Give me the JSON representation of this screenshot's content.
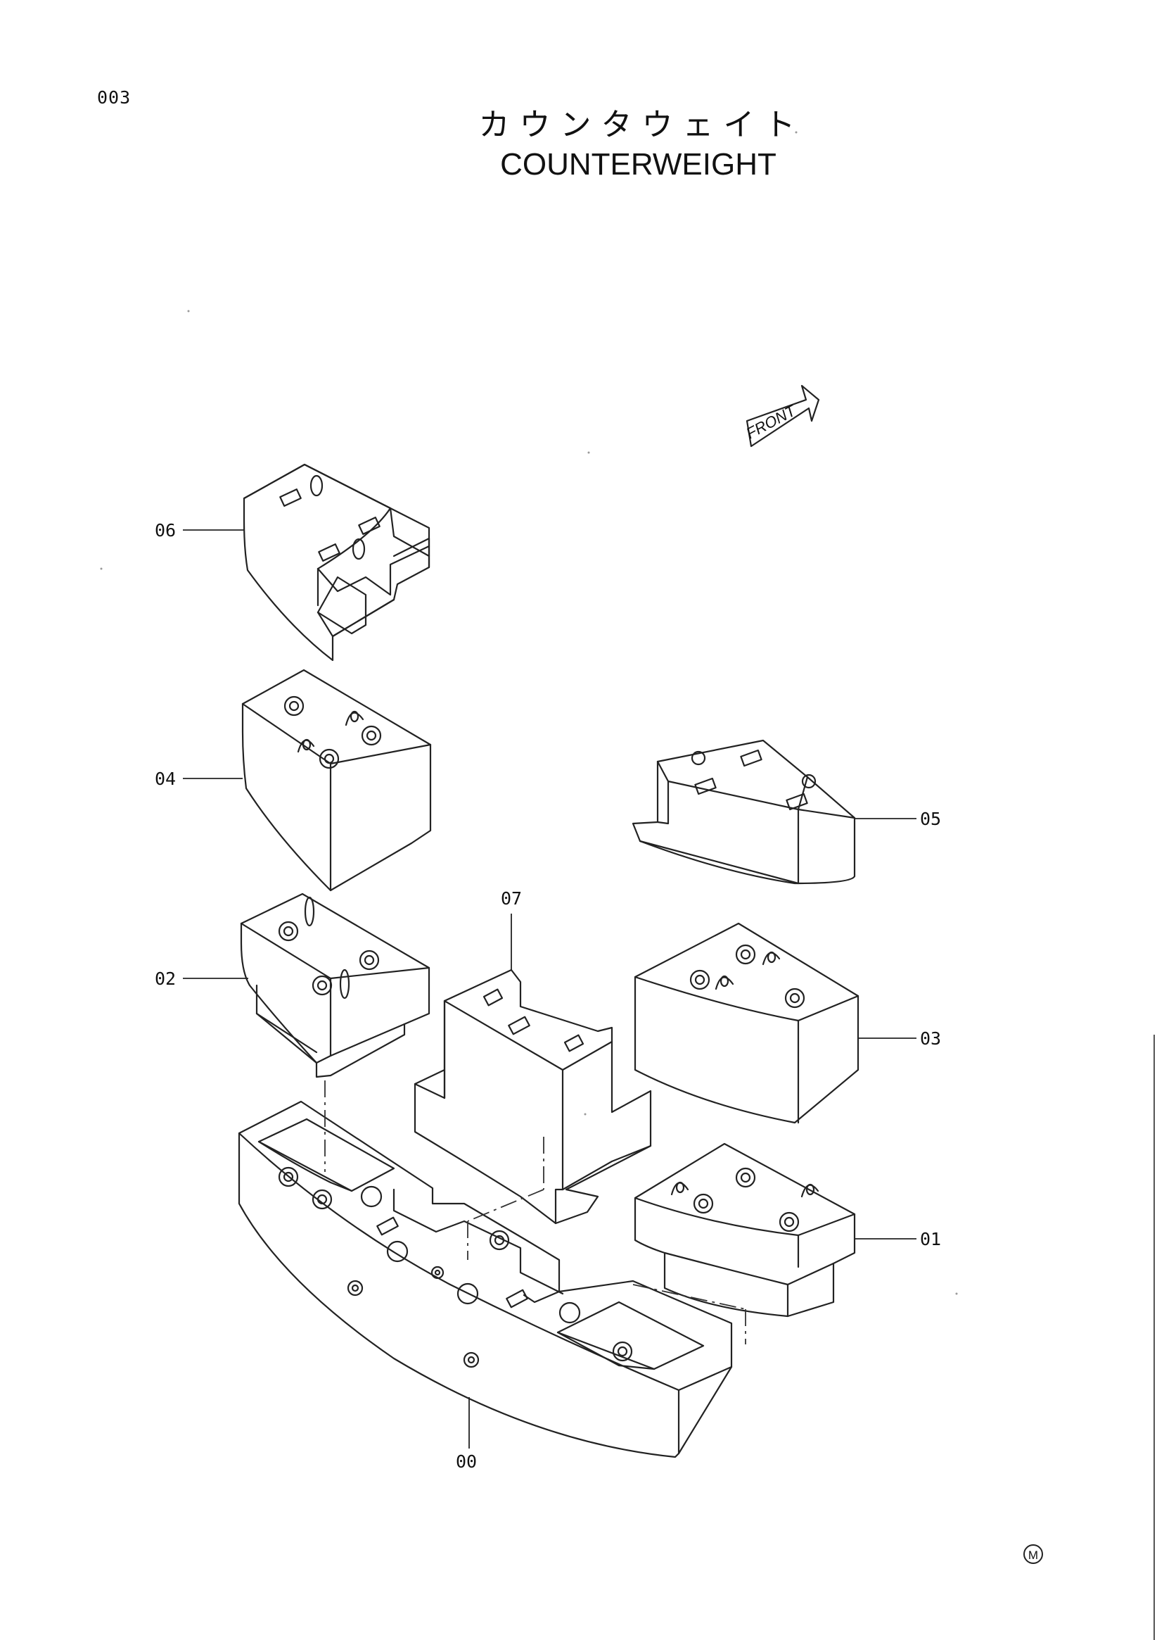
{
  "header": {
    "page_number": "003",
    "title_jp": "カウンタウェイト",
    "title_en": "COUNTERWEIGHT"
  },
  "direction_arrow": {
    "label": "FRONT"
  },
  "callouts": [
    {
      "id": "06",
      "label": "06"
    },
    {
      "id": "04",
      "label": "04"
    },
    {
      "id": "05",
      "label": "05"
    },
    {
      "id": "07",
      "label": "07"
    },
    {
      "id": "02",
      "label": "02"
    },
    {
      "id": "03",
      "label": "03"
    },
    {
      "id": "01",
      "label": "01"
    },
    {
      "id": "00",
      "label": "00"
    }
  ],
  "footer": {
    "mark": "M"
  }
}
